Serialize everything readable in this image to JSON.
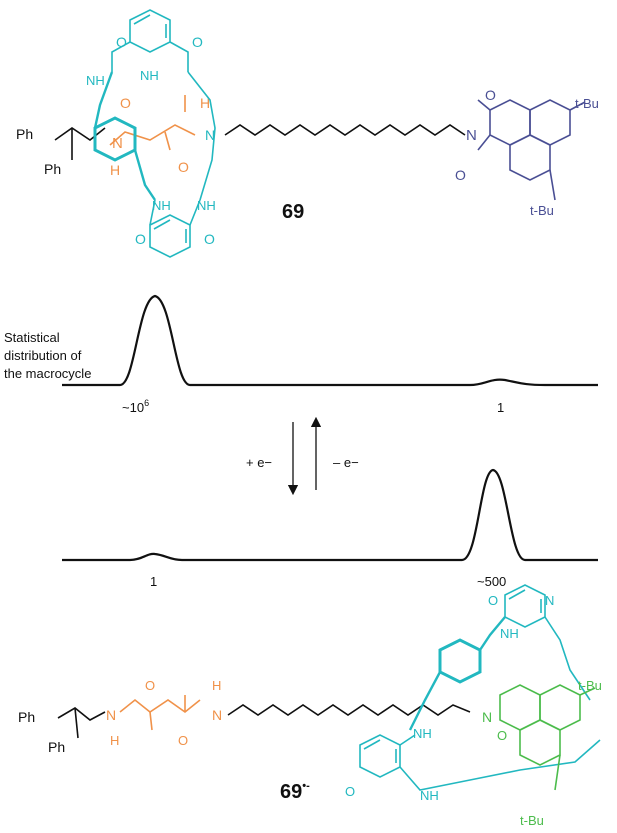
{
  "compound_top": {
    "number": "69"
  },
  "compound_bottom": {
    "number": "69",
    "charge": "•-"
  },
  "atoms": {
    "Ph": "Ph",
    "N": "N",
    "H": "H",
    "O": "O",
    "NH": "NH",
    "tBu": "t-Bu"
  },
  "distribution_label": [
    "Statistical",
    "distribution of",
    "the macrocycle"
  ],
  "top_trace": {
    "left_peak": "~10",
    "left_exp": "6",
    "right_peak": "1"
  },
  "bottom_trace": {
    "left_peak": "1",
    "right_peak": "~500"
  },
  "arrows": {
    "reduction": "+ e−",
    "oxidation": "– e−"
  },
  "colors": {
    "macrocycle": "#22b8c0",
    "succinamide": "#f0924a",
    "naphthalimide_neutral": "#4a4f94",
    "naphthalimide_radical": "#4cbc4c"
  }
}
